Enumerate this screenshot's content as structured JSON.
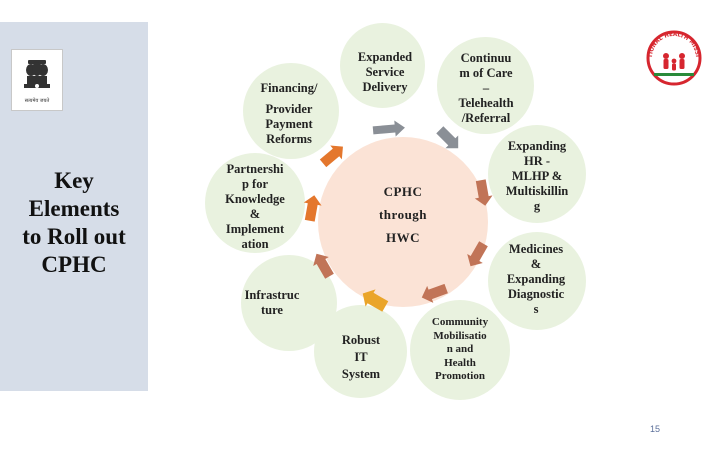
{
  "slide": {
    "sidebar_title_lines": [
      "Key",
      "Elements",
      "to Roll out",
      "CPHC"
    ],
    "emblem_caption": "सत्यमेव जयते",
    "nhm_logo_text": "NATIONAL HEALTH MISSION",
    "center_lines": [
      "CPHC",
      "through",
      "HWC"
    ],
    "elements": [
      {
        "name": "expanded-service-delivery",
        "lines": [
          "Expanded",
          "Service",
          "Delivery"
        ]
      },
      {
        "name": "continuum-of-care",
        "lines": [
          "Continuu",
          "m of Care",
          "–",
          "Telehealth",
          "/Referral"
        ]
      },
      {
        "name": "expanding-hr",
        "lines": [
          "Expanding",
          "HR -",
          "MLHP &",
          "Multiskillin",
          "g"
        ]
      },
      {
        "name": "medicines-diagnostics",
        "lines": [
          "Medicines",
          "&",
          "Expanding",
          "Diagnostic",
          "s"
        ]
      },
      {
        "name": "community-mobilisation",
        "lines": [
          "Community",
          "Mobilisatio",
          "n and",
          "Health",
          "Promotion"
        ]
      },
      {
        "name": "robust-it-system",
        "lines": [
          "Robust",
          "IT",
          "System"
        ]
      },
      {
        "name": "infrastructure",
        "lines": [
          "Infrastruc",
          "ture"
        ]
      },
      {
        "name": "partnership-knowledge",
        "lines": [
          "Partnershi",
          "p for",
          "Knowledge",
          "&",
          "Implement",
          "ation"
        ]
      },
      {
        "name": "financing-reforms",
        "lines": [
          "Financing/",
          "",
          "Provider",
          "Payment",
          "Reforms"
        ]
      }
    ],
    "page_number": "15",
    "colors": {
      "sidebar_bg": "#d6dde8",
      "center_fill": "#fbe3d6",
      "bubble_fill": "#e9f2df",
      "arrow_gray": "#8a8f96",
      "arrow_orange": "#e4772d",
      "arrow_gold": "#eaa52a",
      "arrow_brown": "#c17457"
    }
  }
}
